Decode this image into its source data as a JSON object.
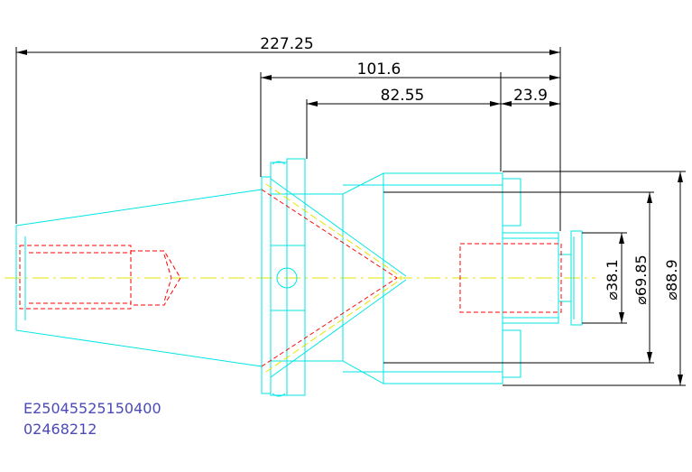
{
  "drawing": {
    "colors": {
      "outline": "#00e5e5",
      "hidden": "#ff0000",
      "centerline": "#e5e500",
      "dimension": "#000000",
      "code_text": "#4a4ab8"
    },
    "dimensions": {
      "overall_length": "227.25",
      "flange_to_end": "101.6",
      "body_length": "82.55",
      "nose_length": "23.9",
      "bore_diameter": "⌀38.1",
      "nose_diameter": "⌀69.85",
      "body_diameter": "⌀88.9"
    },
    "part_code": {
      "line1": "E25045525150400",
      "line2": "02468212"
    }
  }
}
